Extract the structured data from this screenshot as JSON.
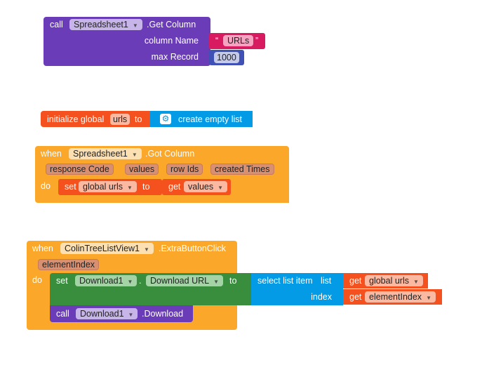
{
  "block1": {
    "call": "call",
    "component": "Spreadsheet1",
    "method": ".Get Column",
    "arg1_label": "column Name",
    "arg1_value": "URLs",
    "arg2_label": "max Record",
    "arg2_value": "1000",
    "quote_open": "“",
    "quote_close": "”"
  },
  "block2": {
    "label": "initialize global",
    "var": "urls",
    "to": "to",
    "value": "create empty list",
    "gear_icon": "gear-icon"
  },
  "block3": {
    "when": "when",
    "component": "Spreadsheet1",
    "event": ".Got Column",
    "params": [
      "response Code",
      "values",
      "row Ids",
      "created Times"
    ],
    "do": "do",
    "set": "set",
    "target": "global urls",
    "to": "to",
    "get": "get",
    "source": "values"
  },
  "block4": {
    "when": "when",
    "component": "ColinTreeListView1",
    "event": ".ExtraButtonClick",
    "params": [
      "elementIndex"
    ],
    "do": "do",
    "set": "set",
    "set_component": "Download1",
    "dot": ".",
    "property": "Download URL",
    "to": "to",
    "select": "select list item",
    "list_label": "list",
    "index_label": "index",
    "get": "get",
    "list_var": "global urls",
    "index_var": "elementIndex",
    "call": "call",
    "call_component": "Download1",
    "call_method": ".Download"
  },
  "colors": {
    "event": "#fba82a",
    "component": "#6a3cb8",
    "variable": "#f4511e",
    "list": "#039be5",
    "setter": "#388e3c",
    "text": "#d81b60",
    "math": "#3f51b5"
  }
}
